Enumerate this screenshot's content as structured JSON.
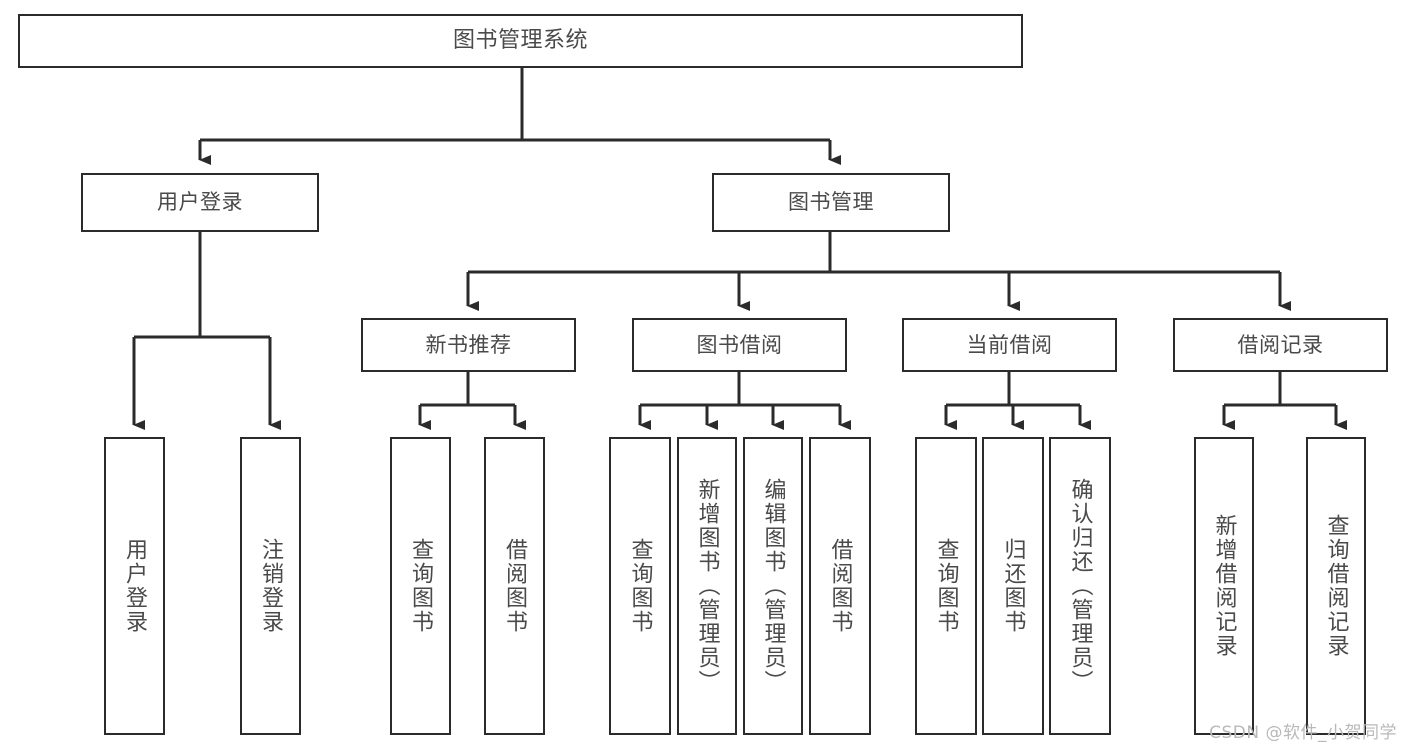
{
  "diagram": {
    "title": "图书管理系统",
    "type": "tree-hierarchy",
    "root": {
      "label": "图书管理系统"
    },
    "level2": [
      {
        "label": "用户登录"
      },
      {
        "label": "图书管理"
      }
    ],
    "level3": [
      {
        "label": "新书推荐"
      },
      {
        "label": "图书借阅"
      },
      {
        "label": "当前借阅"
      },
      {
        "label": "借阅记录"
      }
    ],
    "leaves": {
      "user_login": [
        {
          "label": "用户登录"
        },
        {
          "label": "注销登录"
        }
      ],
      "new_book_recommend": [
        {
          "label": "查询图书"
        },
        {
          "label": "借阅图书"
        }
      ],
      "book_borrow": [
        {
          "label": "查询图书"
        },
        {
          "label": "新增图书（管理员）"
        },
        {
          "label": "编辑图书（管理员）"
        },
        {
          "label": "借阅图书"
        }
      ],
      "current_borrow": [
        {
          "label": "查询图书"
        },
        {
          "label": "归还图书"
        },
        {
          "label": "确认归还（管理员）"
        }
      ],
      "borrow_record": [
        {
          "label": "新增借阅记录"
        },
        {
          "label": "查询借阅记录"
        }
      ]
    }
  },
  "watermark": {
    "text": "CSDN @软件_小贺同学"
  },
  "colors": {
    "stroke": "#2b2b2b",
    "text": "#4a4a4a",
    "background": "#ffffff",
    "watermark": "#b9b9b9"
  }
}
